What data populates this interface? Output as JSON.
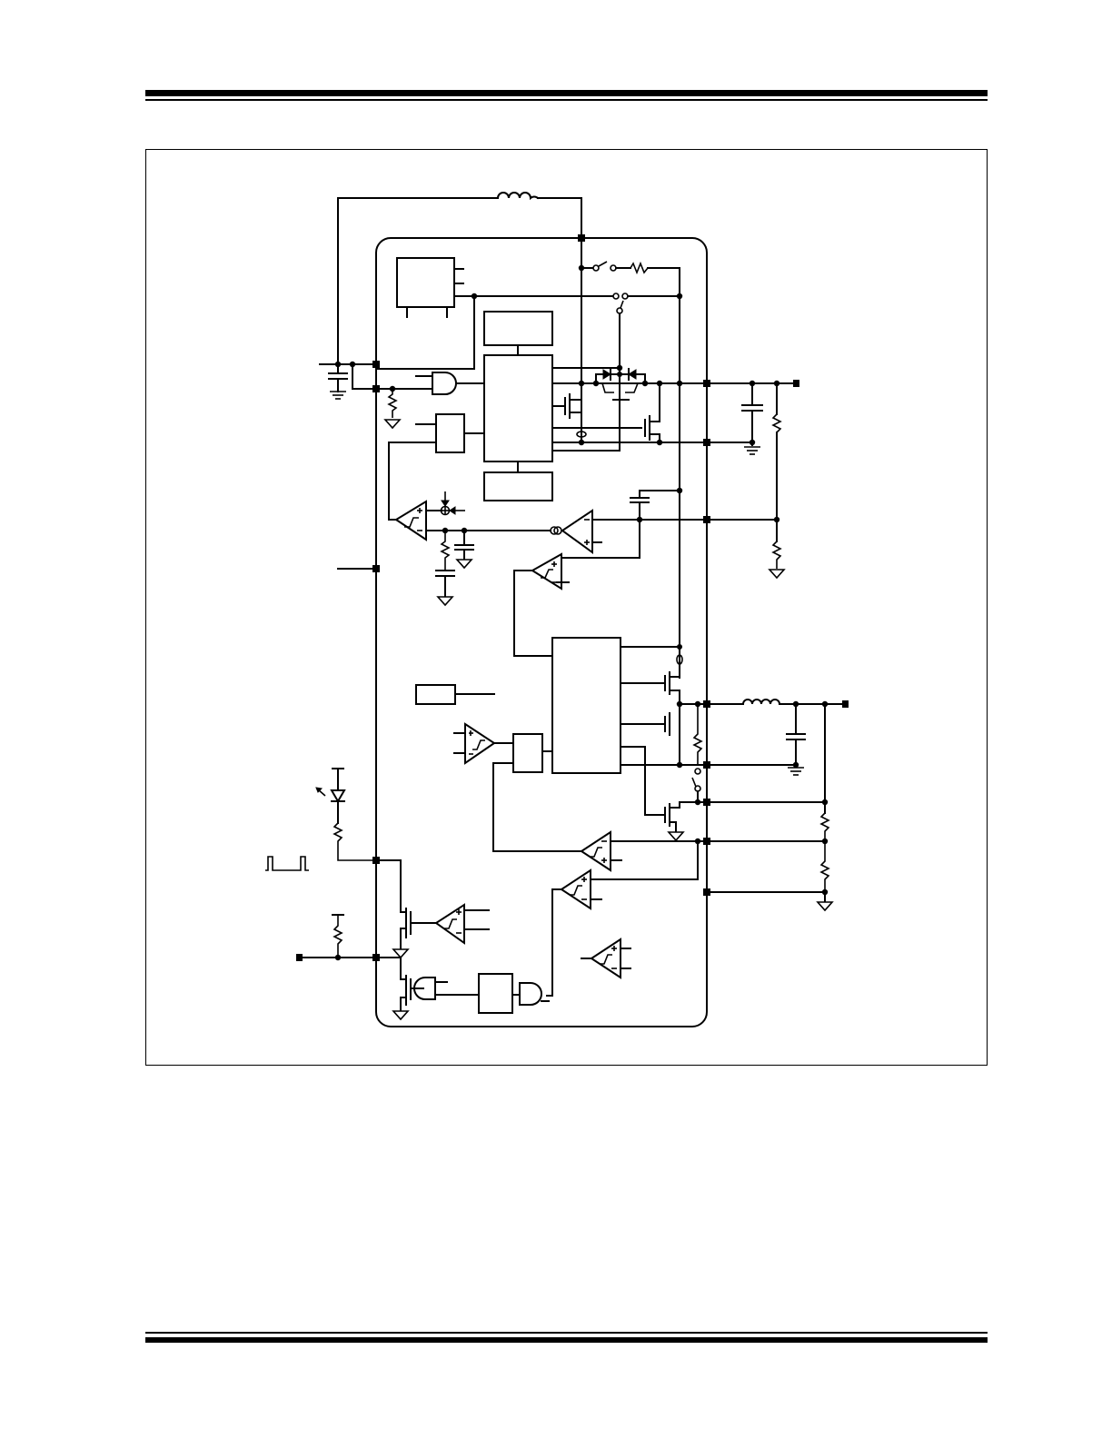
{
  "page": {
    "type": "datasheet-figure-page",
    "header_rules": "double-rule",
    "footer_rules": "double-rule",
    "colors": {
      "ink": "#000000",
      "paper": "#ffffff"
    }
  },
  "figure": {
    "kind": "functional-block-diagram",
    "text_labels_visible": false,
    "chip_outline": "rounded-rectangle",
    "blocks": [
      {
        "id": "block-top-left",
        "kind": "rectangle"
      },
      {
        "id": "block-top-logic-upper",
        "kind": "rectangle"
      },
      {
        "id": "block-top-logic-main",
        "kind": "rectangle"
      },
      {
        "id": "block-top-logic-lower",
        "kind": "rectangle"
      },
      {
        "id": "block-small-left",
        "kind": "rectangle"
      },
      {
        "id": "block-bottom-logic-main",
        "kind": "rectangle"
      },
      {
        "id": "block-reference",
        "kind": "rectangle"
      },
      {
        "id": "block-bottom-small",
        "kind": "rectangle"
      },
      {
        "id": "block-timer",
        "kind": "rectangle"
      }
    ],
    "components": {
      "inductors": 2,
      "capacitors": 7,
      "resistors": 9,
      "mosfets": 8,
      "diodes": 2,
      "led": 1,
      "comparators": 7,
      "error_amplifiers": 1,
      "and_gates": 3,
      "switches": 3,
      "ground_symbols": 12,
      "external_pins": 3,
      "pulse_waveform": 1
    }
  }
}
